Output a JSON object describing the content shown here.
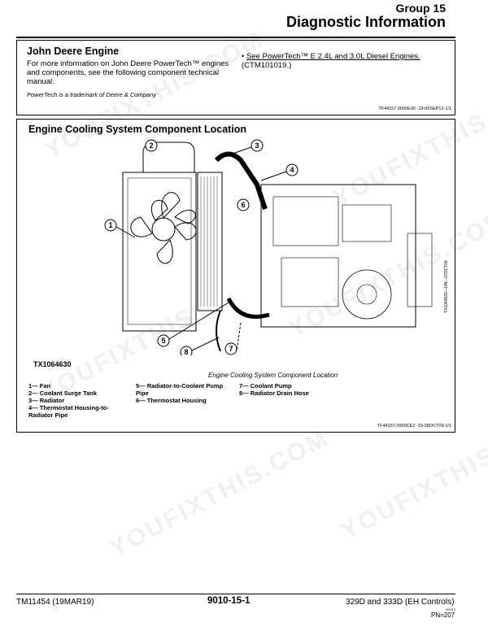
{
  "header": {
    "group": "Group 15",
    "title": "Diagnostic Information"
  },
  "info_box": {
    "title": "John Deere Engine",
    "text": "For more information on John Deere PowerTech™ engines and components, see the following component technical manual.",
    "trademark": "PowerTech is a trademark of Deere & Company",
    "bullet_link": "See PowerTech™ E 2.4L and 3.0L Diesel Engines.",
    "bullet_tail": "(CTM101019.)",
    "ref": "TF44157,0000E90  -19-05SEP12-1/1"
  },
  "figure_box": {
    "title": "Engine Cooling System Component Location",
    "figure_id": "TX1064630",
    "side_id": "TX1064630—UN—07OCT09",
    "caption": "Engine Cooling System Component Location",
    "callouts": [
      "1",
      "2",
      "3",
      "4",
      "5",
      "6",
      "7",
      "8"
    ],
    "legend_col1": [
      "1— Fan",
      "2— Coolant Surge Tank",
      "3— Radiator",
      "4— Thermostat Housing-to-Radiator Pipe"
    ],
    "legend_col2": [
      "5— Radiator-to-Coolant Pump Pipe",
      "6— Thermostat Housing"
    ],
    "legend_col3": [
      "7— Coolant Pump",
      "8— Radiator Drain Hose"
    ],
    "ref": "TF44157,0000CE2  -19-08OCT09-1/1"
  },
  "watermarks": [
    "YOUFIXTHIS.COM",
    "YOUFIXTHIS",
    "YOUFIXTHIS.COM",
    "YOUFIXTHIS",
    "YOUFIXTHIS.COM",
    "YOUFIXTHIS"
  ],
  "footer": {
    "manual": "TM11454 (19MAR19)",
    "page": "9010-15-1",
    "model": "329D and 333D (EH Controls)",
    "small": "031919",
    "pn": "PN=207"
  }
}
